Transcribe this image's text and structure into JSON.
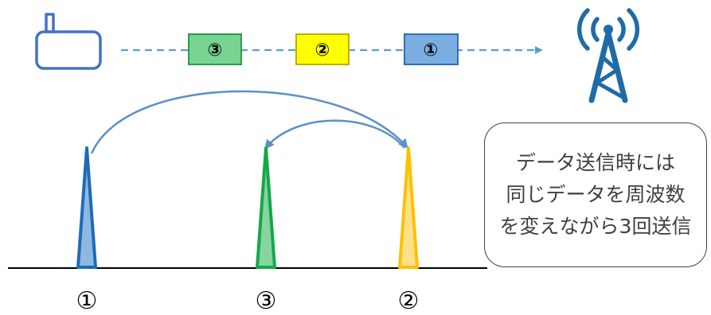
{
  "packets": [
    {
      "label": "③",
      "color": "#77d492",
      "border": "#2a9a4f"
    },
    {
      "label": "②",
      "color": "#ffff00",
      "border": "#c9a800"
    },
    {
      "label": "①",
      "color": "#7aaee0",
      "border": "#2e6fb4"
    }
  ],
  "spectrum": {
    "peaks": [
      {
        "label": "①",
        "color": "#1f6bb8",
        "fill": "#8fb8e0"
      },
      {
        "label": "③",
        "color": "#14a84a",
        "fill": "#88d49e"
      },
      {
        "label": "②",
        "color": "#ffc000",
        "fill": "#ffe08a"
      }
    ],
    "arrow_color": "#5b8fc8"
  },
  "device": {
    "color": "#4472c4"
  },
  "tower": {
    "color": "#1f6ba8"
  },
  "link": {
    "color": "#5b9bd5"
  },
  "callout": {
    "line1": "データ送信時には",
    "line2": "同じデータを周波数",
    "line3": "を変えながら3回送信"
  }
}
